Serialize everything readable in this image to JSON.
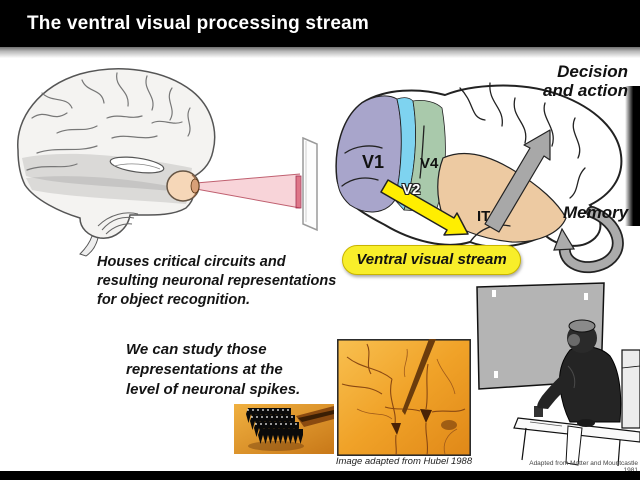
{
  "title_bar": {
    "title": "The ventral visual processing stream",
    "bg_color": "#000000",
    "text_color": "#ffffff"
  },
  "diagram": {
    "labels": {
      "v1": "V1",
      "v2": "V2",
      "v4": "V4",
      "it": "IT"
    },
    "region_colors": {
      "v1": "#a8a5cb",
      "v2": "#7ed3f0",
      "v4": "#a9c9ab",
      "it": "#edcaa2"
    },
    "decision_line1": "Decision",
    "decision_line2": "and action",
    "memory_label": "Memory",
    "stream_pill": {
      "label": "Ventral visual stream",
      "bg_color": "#f8ee2a"
    },
    "arrow_colors": {
      "ventral_arrow": "#ffee00",
      "decision_arrow": "#a8a8a8",
      "memory_arrow": "#ababab"
    }
  },
  "left_figure": {
    "description": "brain with eye viewing a screen",
    "beam_color": "#e8a0ae"
  },
  "paragraphs": {
    "p1": {
      "lines": [
        "Houses critical circuits and",
        "resulting neuronal representations",
        "for object recognition."
      ]
    },
    "p2": {
      "lines": [
        "We can study those",
        "representations at the",
        "level of neuronal spikes."
      ]
    }
  },
  "figures": {
    "hubel": {
      "caption": "Image adapted from Hubel 1988"
    },
    "monkey": {
      "caption": "Adapted from Motter and Mountcastle 1981"
    }
  }
}
